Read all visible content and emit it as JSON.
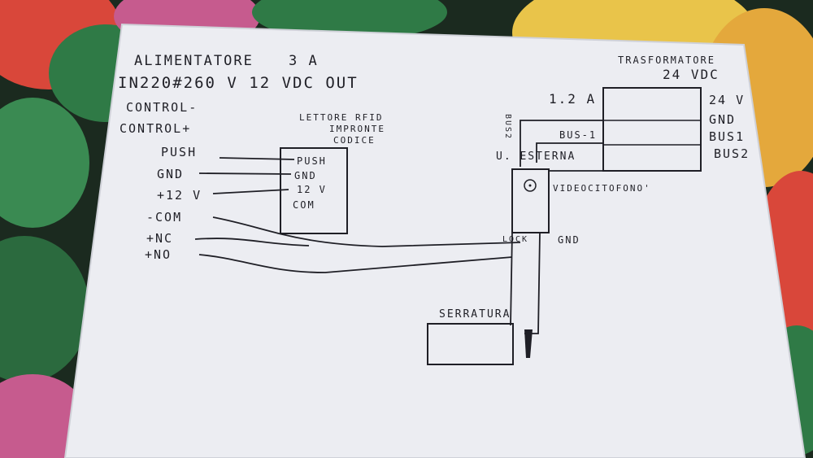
{
  "palette": {
    "cloth_dark": "#1b2a1f",
    "rose_red": "#d9473a",
    "leaf_green": "#2f7a46",
    "petal_yellow": "#e9c44a",
    "pink": "#c65b8e",
    "paper": "#ecedf2",
    "ink": "#1f1f26"
  },
  "title": {
    "line1": "ALIMENTATORE",
    "current": "3 A",
    "line2": "IN220#260 V 12 VDC OUT"
  },
  "left_labels": {
    "control_minus": "CONTROL-",
    "control_plus": "CONTROL+",
    "push": "PUSH",
    "gnd": "GND",
    "plus12v": "+12 V",
    "com": "-COM",
    "nc": "+NC",
    "no": "+NO"
  },
  "reader": {
    "title1": "LETTORE RFID",
    "title2": "IMPRONTE",
    "title3": "CODICE",
    "pins": [
      "PUSH",
      "GND",
      "12 V",
      "COM"
    ]
  },
  "transformer": {
    "title1": "TRASFORMATORE",
    "title2": "24 VDC",
    "pins": [
      "24 V",
      "GND",
      "BUS1",
      "BUS2"
    ],
    "current": "1.2 A"
  },
  "bus_labels": {
    "bus2": "BUS2",
    "bus1": "BUS-1",
    "esterna": "U. ESTERNA",
    "videocitofono": "VIDEOCITOFONO'"
  },
  "lock": {
    "label": "SERRATURA",
    "lock_pin": "LOCK",
    "gnd_pin": "GND"
  }
}
